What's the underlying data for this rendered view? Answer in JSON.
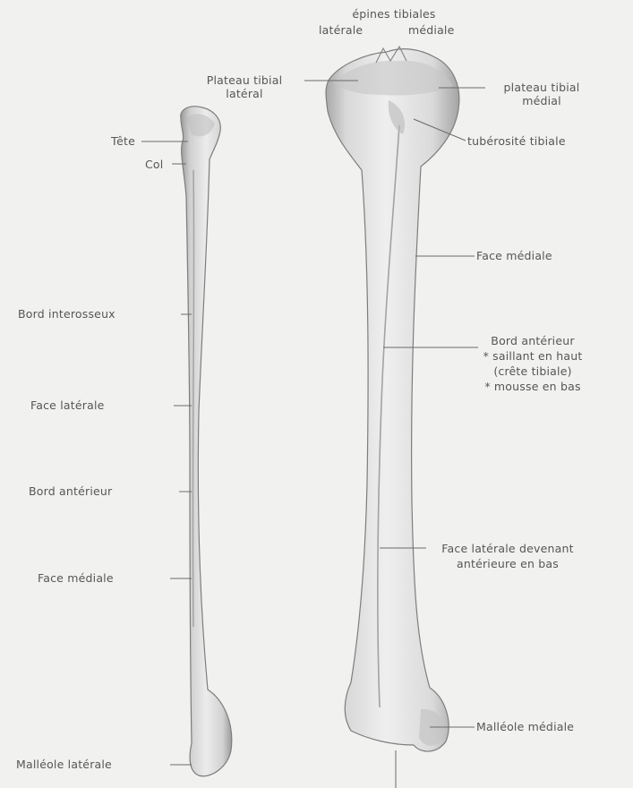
{
  "diagram": {
    "labels": {
      "epines_tibiales": "épines tibiales",
      "laterale": "latérale",
      "mediale": "médiale",
      "plateau_tibial_lateral": [
        "Plateau tibial",
        "latéral"
      ],
      "plateau_tibial_medial": [
        "plateau tibial",
        "médial"
      ],
      "tuberosite_tibiale": "tubérosité tibiale",
      "tete": "Tête",
      "col": "Col",
      "face_mediale_tibia": "Face médiale",
      "bord_interosseux": "Bord interosseux",
      "bord_anterieur_tibia": [
        "Bord antérieur",
        "* saillant en haut",
        "(crête tibiale)",
        "* mousse en bas"
      ],
      "face_laterale_fibula": "Face latérale",
      "bord_anterieur_fibula": "Bord antérieur",
      "face_laterale_tibia": [
        "Face latérale devenant",
        "antérieure en bas"
      ],
      "face_mediale_fibula": "Face médiale",
      "malleole_mediale": "Malléole médiale",
      "malleole_laterale": "Malléole latérale"
    }
  }
}
